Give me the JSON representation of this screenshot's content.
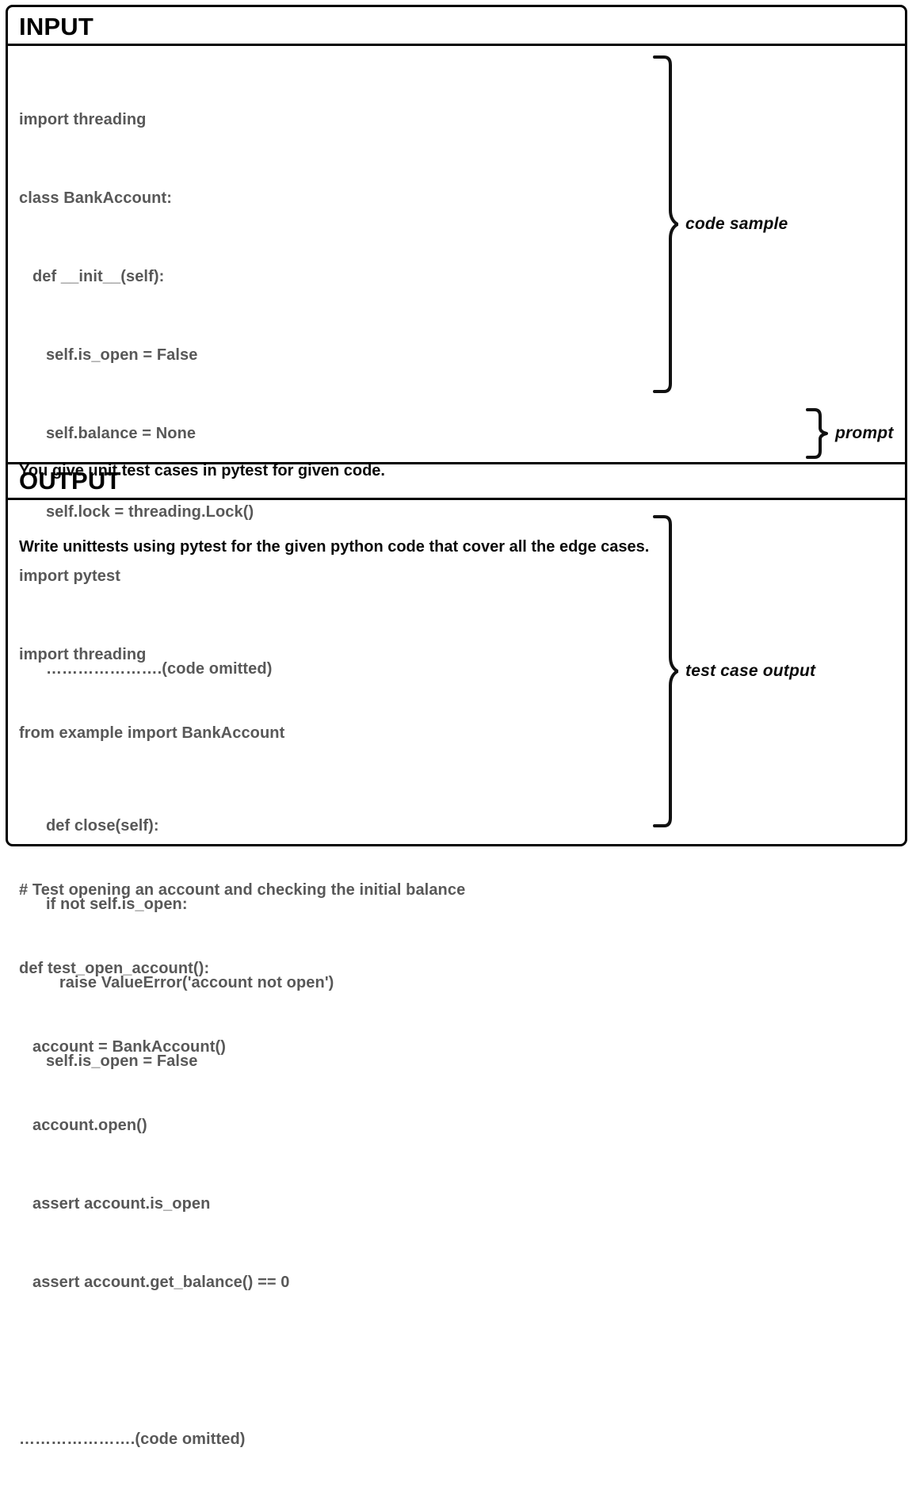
{
  "figure": {
    "sections": [
      {
        "key": "input",
        "title": "INPUT"
      },
      {
        "key": "output",
        "title": "OUTPUT"
      }
    ]
  },
  "input": {
    "title": "INPUT",
    "code_lines": [
      "import threading",
      "class BankAccount:",
      "   def __init__(self):",
      "      self.is_open = False",
      "      self.balance = None",
      "      self.lock = threading.Lock()",
      "",
      "      ………………….(code omitted)",
      "",
      "      def close(self):",
      "      if not self.is_open:",
      "         raise ValueError('account not open')",
      "      self.is_open = False"
    ],
    "prompt_lines": [
      "You give unit test cases in pytest for given code.",
      "Write unittests using pytest for the given python code that cover all the edge cases."
    ]
  },
  "output": {
    "title": "OUTPUT",
    "code_lines": [
      "import pytest",
      "import threading",
      "from example import BankAccount",
      "",
      "# Test opening an account and checking the initial balance",
      "def test_open_account():",
      "   account = BankAccount()",
      "   account.open()",
      "   assert account.is_open",
      "   assert account.get_balance() == 0",
      "",
      "………………….(code omitted)"
    ]
  },
  "annotations": [
    {
      "key": "code_sample",
      "label": "code sample"
    },
    {
      "key": "prompt",
      "label": "prompt"
    },
    {
      "key": "test_case_output",
      "label": "test case output"
    }
  ],
  "colors": {
    "border": "#000000",
    "code_text": "#585858",
    "prompt_text": "#0a0a0a",
    "annotation_text": "#0a0a0a",
    "background": "#ffffff"
  }
}
